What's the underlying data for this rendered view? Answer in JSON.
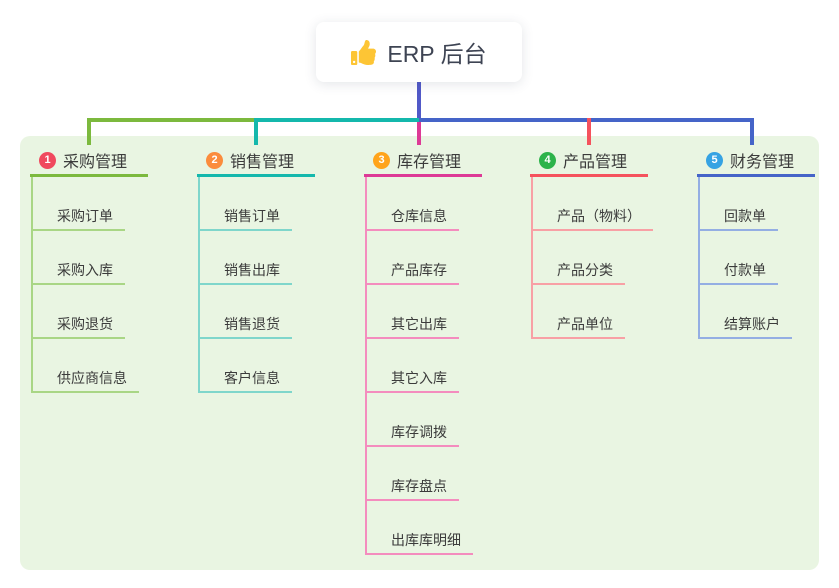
{
  "root": {
    "label": "ERP 后台",
    "icon": "thumbs-up-icon"
  },
  "colors": {
    "canvas_bg": "#ffffff",
    "panel_bg": "#e9f5e2",
    "root_line": "#5159c8",
    "root_text": "#3e4453",
    "node_text": "#3b3b3b",
    "badge_text": "#ffffff",
    "thumb_icon": "#fdc535"
  },
  "branches": [
    {
      "badge": "1",
      "label": "采购管理",
      "badge_color": "#f0495e",
      "line_color": "#7cb93e",
      "child_line_color": "#a9d685",
      "children": [
        "采购订单",
        "采购入库",
        "采购退货",
        "供应商信息"
      ]
    },
    {
      "badge": "2",
      "label": "销售管理",
      "badge_color": "#fb8c3c",
      "line_color": "#14b8ac",
      "child_line_color": "#7fd6cb",
      "children": [
        "销售订单",
        "销售出库",
        "销售退货",
        "客户信息"
      ]
    },
    {
      "badge": "3",
      "label": "库存管理",
      "badge_color": "#ffa41b",
      "line_color": "#dd3a96",
      "child_line_color": "#f48cbe",
      "children": [
        "仓库信息",
        "产品库存",
        "其它出库",
        "其它入库",
        "库存调拨",
        "库存盘点",
        "出库库明细"
      ]
    },
    {
      "badge": "4",
      "label": "产品管理",
      "badge_color": "#2cb34a",
      "line_color": "#f5525d",
      "child_line_color": "#f8a0a5",
      "children": [
        "产品（物料）",
        "产品分类",
        "产品单位"
      ]
    },
    {
      "badge": "5",
      "label": "财务管理",
      "badge_color": "#36a3e3",
      "line_color": "#4564c8",
      "child_line_color": "#94aee3",
      "children": [
        "回款单",
        "付款单",
        "结算账户"
      ]
    }
  ]
}
